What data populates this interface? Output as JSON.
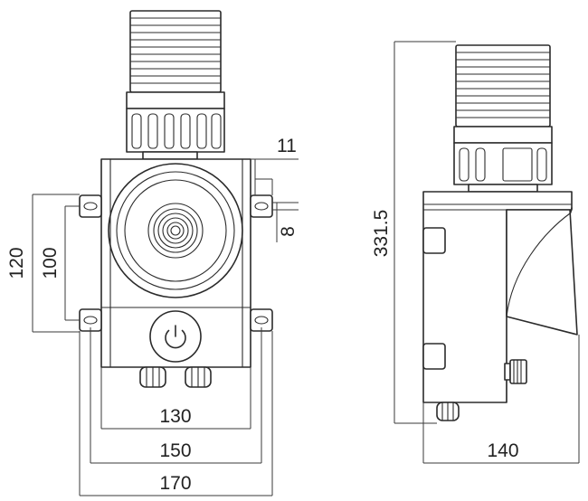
{
  "dimensions": {
    "front_overall_width": "170",
    "front_mount_width": "150",
    "front_body_width": "130",
    "front_outer_height": "120",
    "front_inner_height": "100",
    "mount_tab_width": "11",
    "mount_hole": "8",
    "side_total_height": "331.5",
    "side_depth": "140"
  },
  "colors": {
    "line": "#2b2b2b",
    "background": "#ffffff"
  },
  "icons": {
    "button": "power-icon"
  }
}
